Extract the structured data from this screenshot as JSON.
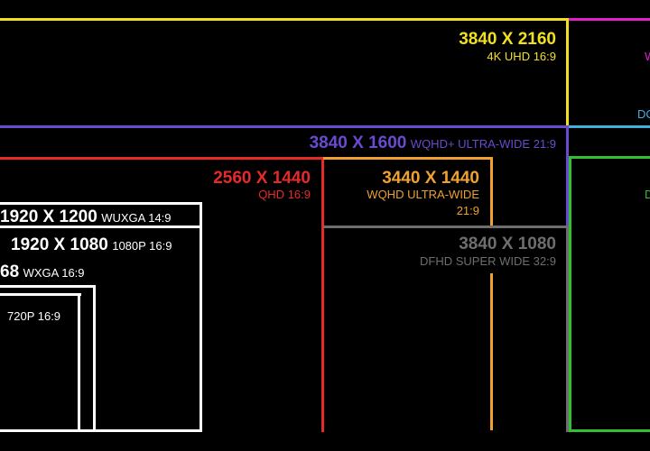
{
  "resolutions": [
    {
      "id": "uhd4k",
      "res": "3840 X 2160",
      "desc": "4K UHD 16:9",
      "color": "#f0e020"
    },
    {
      "id": "wqhdplus",
      "res": "3840 X 1600",
      "desc": "WQHD+ ULTRA-WIDE 21:9",
      "color": "#6a4ad0"
    },
    {
      "id": "qhd",
      "res": "2560 X 1440",
      "desc": "QHD 16:9",
      "color": "#e62a2a"
    },
    {
      "id": "wqhd",
      "res": "3440 X 1440",
      "desc_line1": "WQHD ULTRA-WIDE",
      "desc_line2": "21:9",
      "color": "#f0a030"
    },
    {
      "id": "dfhd",
      "res": "3840 X 1080",
      "desc": "DFHD SUPER WIDE 32:9",
      "color": "#6e6e6e"
    },
    {
      "id": "wuxga",
      "res": "1920 X 1200",
      "desc": "WUXGA 14:9",
      "color": "#ffffff"
    },
    {
      "id": "fhd",
      "res": "1920 X 1080",
      "desc": "1080P 16:9",
      "color": "#ffffff"
    },
    {
      "id": "wxga",
      "res": "68",
      "desc": "WXGA 16:9",
      "color": "#ffffff"
    },
    {
      "id": "hd",
      "res": "720P 16:9",
      "color": "#ffffff"
    }
  ],
  "cut_labels": [
    {
      "id": "magenta",
      "text": "W",
      "color": "#e020c8"
    },
    {
      "id": "cyan",
      "text": "DC",
      "color": "#40b0e0"
    },
    {
      "id": "green",
      "text": "D",
      "color": "#30c030"
    }
  ],
  "colors": {
    "magenta": "#e020c8",
    "cyan": "#40b0e0",
    "green": "#30c030"
  }
}
